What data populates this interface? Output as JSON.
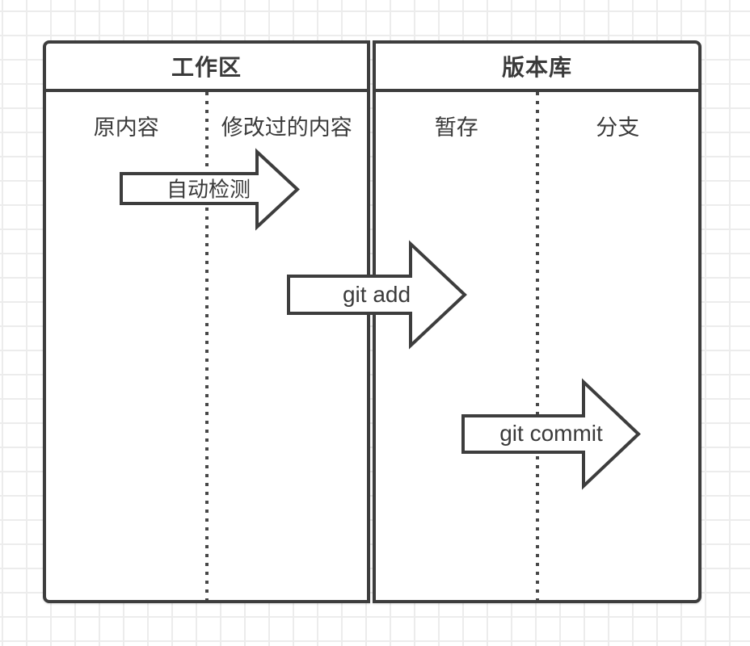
{
  "panels": [
    {
      "title": "工作区",
      "columns": [
        "原内容",
        "修改过的内容"
      ]
    },
    {
      "title": "版本库",
      "columns": [
        "暂存",
        "分支"
      ]
    }
  ],
  "arrows": [
    {
      "label": "自动检测"
    },
    {
      "label": "git add"
    },
    {
      "label": "git commit"
    }
  ],
  "colors": {
    "stroke": "#3d3d3d",
    "text": "#3a3a3a",
    "grid_line": "#ececec",
    "background": "#ffffff",
    "arrow_fill": "#ffffff"
  }
}
